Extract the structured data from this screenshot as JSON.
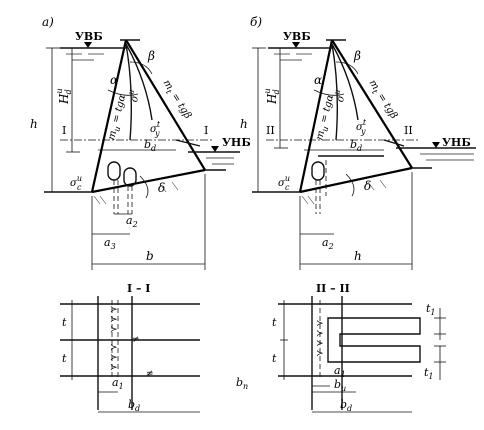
{
  "panel_a": {
    "label": "а)",
    "upstream": "УВБ",
    "downstream": "УНБ",
    "height": "h",
    "head": "H",
    "head_super": "u",
    "head_sub": "d",
    "alpha": "α",
    "beta": "β",
    "delta": "δ",
    "m_u": "m",
    "m_u_sub": "u",
    "m_u_rhs": " = tgα",
    "m_t": "m",
    "m_t_sub": "t",
    "m_t_rhs": " = tgβ",
    "sigma_y_u": "σ",
    "sigma_y_u_sup": "u",
    "sigma_y_u_sub": "y",
    "sigma_y_t": "σ",
    "sigma_y_t_sup": "t",
    "sigma_y_t_sub": "y",
    "sigma_c": "σ",
    "sigma_c_sup": "u",
    "sigma_c_sub": "c",
    "section_mark": "I",
    "b_d": "b",
    "b_d_sub": "d",
    "a2": "a",
    "a2_sub": "2",
    "a3": "a",
    "a3_sub": "3",
    "base": "b"
  },
  "panel_b": {
    "label": "б)",
    "upstream": "УВБ",
    "downstream": "УНБ",
    "height": "h",
    "head": "H",
    "head_super": "u",
    "head_sub": "d",
    "alpha": "α",
    "beta": "β",
    "delta": "δ",
    "m_u": "m",
    "m_u_sub": "u",
    "m_u_rhs": " = tgα",
    "m_t": "m",
    "m_t_sub": "t",
    "m_t_rhs": " = tgβ",
    "sigma_y_u": "σ",
    "sigma_y_u_sup": "u",
    "sigma_y_u_sub": "y",
    "sigma_y_t": "σ",
    "sigma_y_t_sup": "t",
    "sigma_y_t_sub": "y",
    "sigma_c": "σ",
    "sigma_c_sup": "u",
    "sigma_c_sub": "c",
    "section_mark": "II",
    "b_d": "b",
    "b_d_sub": "d",
    "a2": "a",
    "a2_sub": "2",
    "base": "h"
  },
  "section_a": {
    "title": "I – I",
    "t_top": "t",
    "t_bottom": "t",
    "a1": "a",
    "a1_sub": "1",
    "b_d": "b",
    "b_d_sub": "d"
  },
  "section_b": {
    "title": "II – II",
    "t_top": "t",
    "t_bottom": "t",
    "t1_top": "t",
    "t1_top_sub": "1",
    "t1_bottom": "t",
    "t1_bottom_sub": "1",
    "a1": "a",
    "a1_sub": "1",
    "b_u": "b",
    "b_u_sub": "u",
    "b_d": "b",
    "b_d_sub": "d",
    "b_n_side": "b",
    "b_n_side_sub": "п"
  }
}
